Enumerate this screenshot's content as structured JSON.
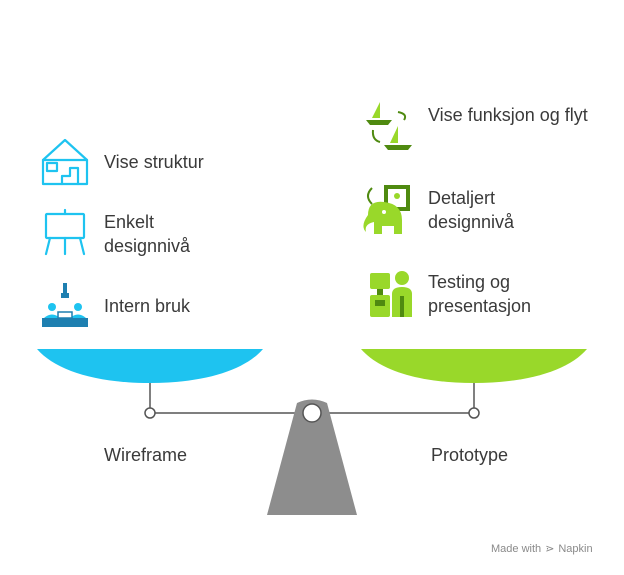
{
  "left": {
    "title": "Wireframe",
    "color": "#1ec3f0",
    "items": [
      {
        "text": "Vise struktur",
        "icon": "house-blueprint-icon"
      },
      {
        "text": "Enkelt designnivå",
        "icon": "easel-icon"
      },
      {
        "text": "Intern bruk",
        "icon": "team-meeting-icon"
      }
    ]
  },
  "right": {
    "title": "Prototype",
    "color": "#99d82a",
    "items": [
      {
        "text": "Vise funksjon og flyt",
        "icon": "sailboats-flow-icon"
      },
      {
        "text": "Detaljert designnivå",
        "icon": "elephant-picture-icon"
      },
      {
        "text": "Testing og presentasjon",
        "icon": "presenter-icon"
      }
    ]
  },
  "fulcrum_color": "#8d8d8d",
  "watermark": {
    "prefix": "Made with",
    "brand": "Napkin"
  }
}
